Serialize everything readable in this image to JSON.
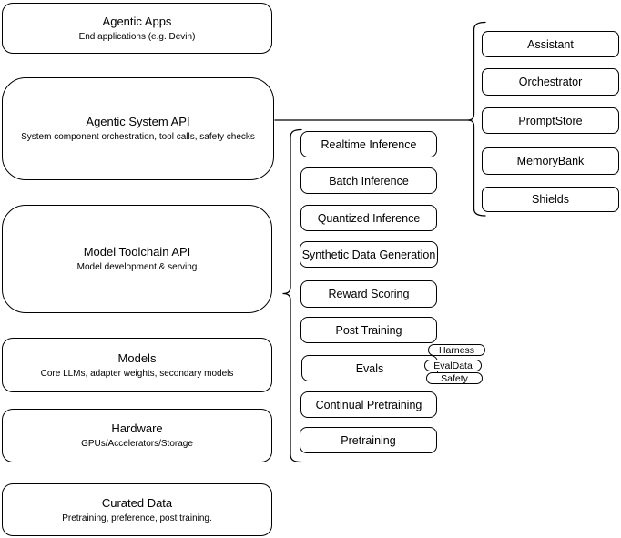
{
  "canvas": {
    "background": "#ffffff",
    "stroke_color": "#000000",
    "text_color": "#000000"
  },
  "left_stack": [
    {
      "title": "Agentic Apps",
      "subtitle": "End applications (e.g. Devin)"
    },
    {
      "title": "Agentic System API",
      "subtitle": "System component orchestration, tool calls, safety checks"
    },
    {
      "title": "Model Toolchain API",
      "subtitle": "Model development & serving"
    },
    {
      "title": "Models",
      "subtitle": "Core LLMs, adapter weights, secondary models"
    },
    {
      "title": "Hardware",
      "subtitle": "GPUs/Accelerators/Storage"
    },
    {
      "title": "Curated Data",
      "subtitle": "Pretraining, preference, post training."
    }
  ],
  "toolchain": {
    "items": [
      "Realtime Inference",
      "Batch Inference",
      "Quantized Inference",
      "Synthetic Data Generation",
      "Reward Scoring",
      "Post Training",
      "Evals",
      "Continual Pretraining",
      "Pretraining"
    ]
  },
  "evals_pills": {
    "items": [
      "Harness",
      "EvalData",
      "Safety"
    ]
  },
  "system_components": {
    "items": [
      "Assistant",
      "Orchestrator",
      "PromptStore",
      "MemoryBank",
      "Shields"
    ]
  }
}
